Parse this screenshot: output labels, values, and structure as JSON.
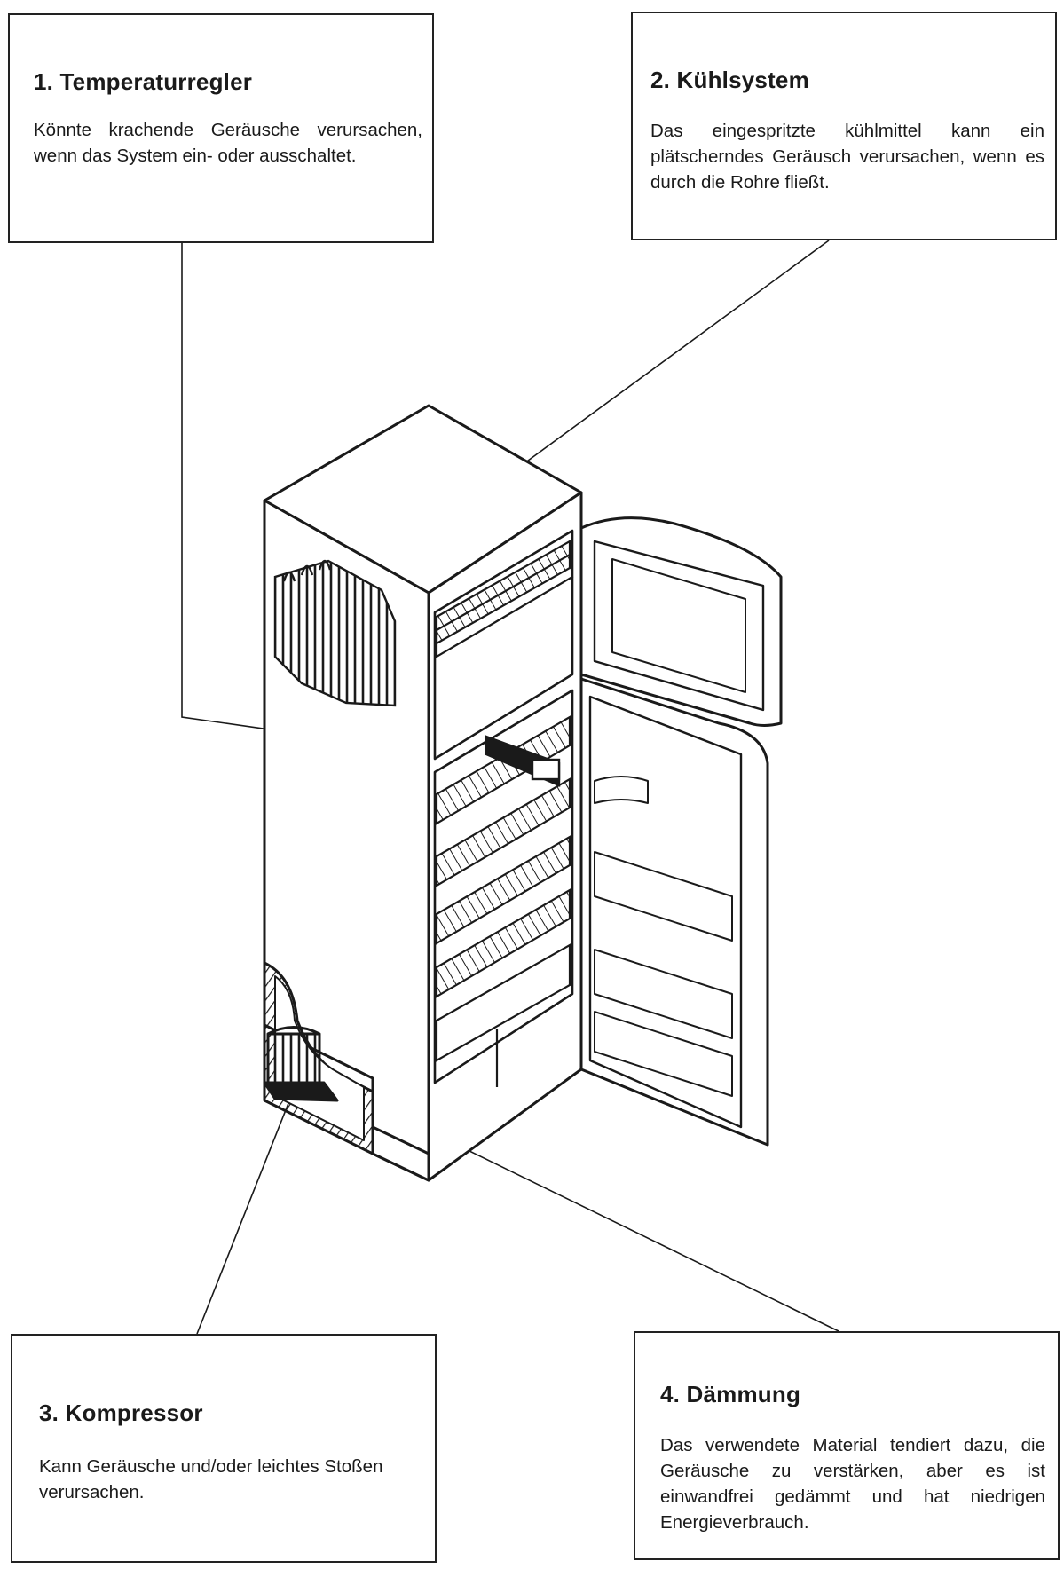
{
  "callouts": {
    "temperature_control": {
      "title": "1. Temperaturregler",
      "text": "Könnte krachende Geräusche verursachen, wenn das System ein- oder ausschaltet."
    },
    "cooling_system": {
      "title": "2. Kühlsystem",
      "text": "Das eingespritzte kühlmittel kann ein plätscherndes Geräusch verursachen, wenn es durch die Rohre fließt."
    },
    "compressor": {
      "title": "3. Kompressor",
      "text": "Kann Geräusche und/oder leichtes Stoßen verursachen."
    },
    "insulation": {
      "title": "4. Dämmung",
      "text": "Das verwendete Material tendiert dazu, die Geräusche zu verstärken, aber es ist einwandfrei gedämmt und hat niedrigen Energieverbrauch."
    }
  },
  "illustration": {
    "line_color": "#1a1a1a",
    "background": "#ffffff"
  }
}
